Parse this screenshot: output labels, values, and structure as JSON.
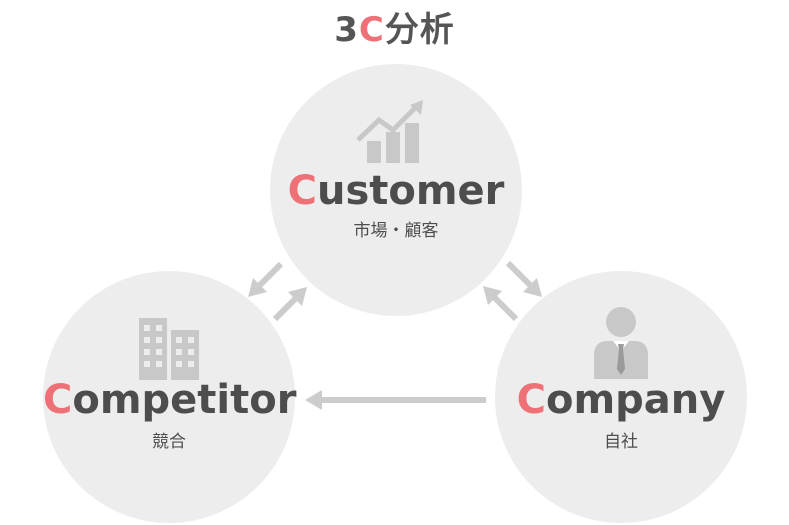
{
  "title": {
    "prefix": "3",
    "accent": "C",
    "suffix": "分析"
  },
  "customer": {
    "accent": "C",
    "rest": "ustomer",
    "sub": "市場・顧客",
    "icon": "growth-chart-icon"
  },
  "competitor": {
    "accent": "C",
    "rest": "ompetitor",
    "sub": "競合",
    "icon": "building-icon"
  },
  "company": {
    "accent": "C",
    "rest": "ompany",
    "sub": "自社",
    "icon": "businessman-icon"
  },
  "colors": {
    "accent": "#ee7177",
    "circle": "#ededed",
    "icon": "#c8c8c8",
    "arrow": "#cccccc",
    "text": "#4d4d4d"
  },
  "relationships": [
    {
      "from": "Customer",
      "to": "Competitor"
    },
    {
      "from": "Competitor",
      "to": "Customer"
    },
    {
      "from": "Customer",
      "to": "Company"
    },
    {
      "from": "Company",
      "to": "Customer"
    },
    {
      "from": "Company",
      "to": "Competitor"
    }
  ]
}
